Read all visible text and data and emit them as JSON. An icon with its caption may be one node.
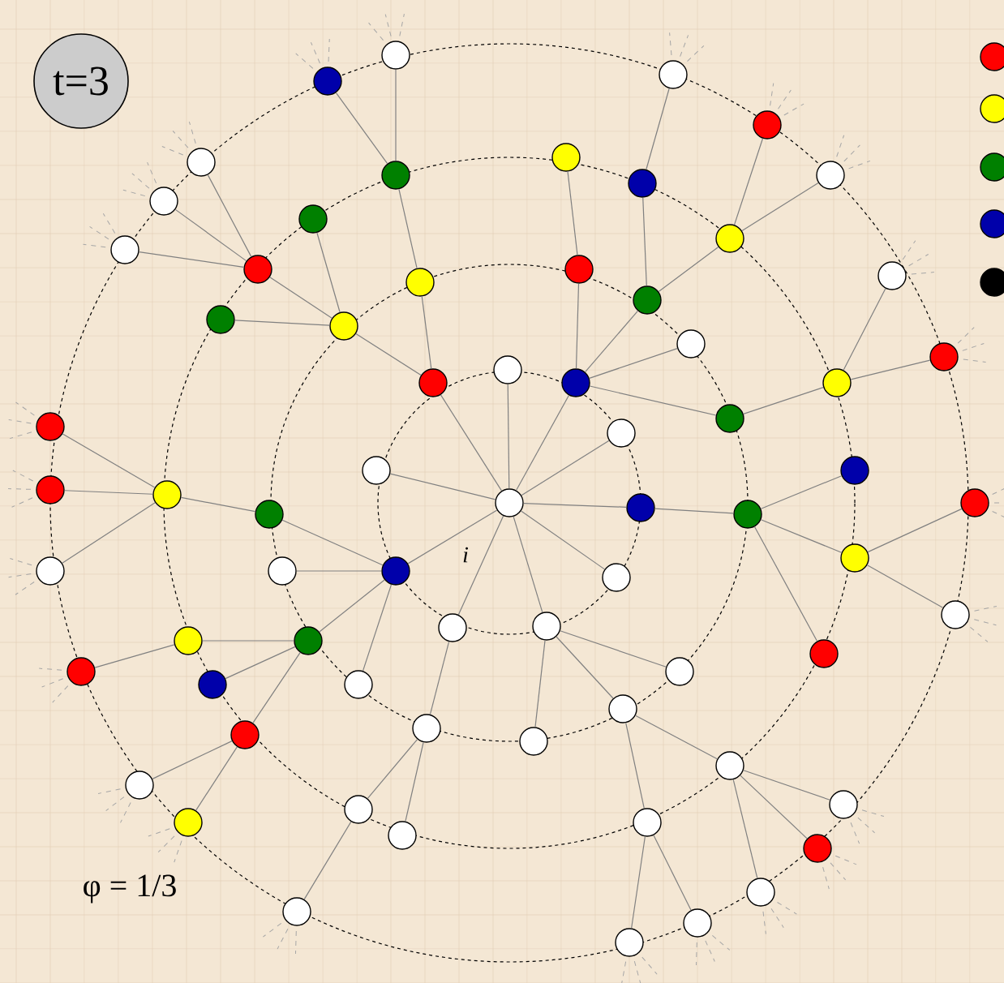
{
  "diagram": {
    "nodes": [
      {
        "text": [
          "t=3"
        ]
      },
      {
        "text": [],
        "shape": "circle"
      },
      {
        "text": [],
        "shape": "circle"
      },
      {
        "text": [],
        "shape": "circle"
      },
      {
        "text": [],
        "shape": "circle"
      },
      {
        "text": [],
        "shape": "circle"
      },
      {
        "text": [],
        "shape": "circle"
      },
      {
        "text": [],
        "shape": "circle"
      },
      {
        "text": [],
        "shape": "circle"
      },
      {
        "text": [],
        "shape": "circle"
      },
      {
        "text": [],
        "shape": "circle"
      },
      {
        "text": [],
        "shape": "circle"
      },
      {
        "text": [],
        "shape": "circle"
      },
      {
        "text": [],
        "shape": "circle"
      },
      {
        "text": [],
        "shape": "circle"
      },
      {
        "text": [],
        "shape": "circle"
      },
      {
        "text": [],
        "shape": "circle"
      },
      {
        "text": [],
        "shape": "circle"
      },
      {
        "text": [],
        "shape": "circle"
      },
      {
        "text": [],
        "shape": "circle"
      },
      {
        "text": [],
        "shape": "circle"
      },
      {
        "text": [],
        "shape": "circle"
      },
      {
        "text": [],
        "shape": "circle"
      },
      {
        "text": [],
        "shape": "circle"
      },
      {
        "text": [],
        "shape": "circle"
      },
      {
        "text": [],
        "shape": "circle"
      },
      {
        "text": [],
        "shape": "circle"
      },
      {
        "text": [],
        "shape": "circle"
      },
      {
        "text": [],
        "shape": "circle"
      },
      {
        "text": [],
        "shape": "circle"
      },
      {
        "text": [],
        "shape": "circle"
      },
      {
        "text": [],
        "shape": "circle"
      },
      {
        "text": [],
        "shape": "circle"
      },
      {
        "text": [],
        "shape": "circle"
      },
      {
        "text": [],
        "shape": "circle"
      },
      {
        "text": [],
        "shape": "circle"
      },
      {
        "text": [],
        "shape": "circle"
      },
      {
        "text": [],
        "shape": "circle"
      },
      {
        "text": [],
        "shape": "circle"
      },
      {
        "text": [],
        "shape": "circle"
      },
      {
        "text": [],
        "shape": "circle"
      },
      {
        "text": [],
        "shape": "circle"
      },
      {
        "text": [],
        "shape": "circle"
      },
      {
        "text": [],
        "shape": "circle"
      },
      {
        "text": [],
        "shape": "circle"
      },
      {
        "text": [],
        "shape": "circle"
      },
      {
        "text": [],
        "shape": "circle"
      },
      {
        "text": [],
        "shape": "circle"
      },
      {
        "text": [],
        "shape": "circle"
      },
      {
        "text": [],
        "shape": "circle"
      },
      {
        "text": [],
        "shape": "circle"
      },
      {
        "text": [],
        "shape": "circle"
      },
      {
        "text": [],
        "shape": "circle"
      },
      {
        "text": [],
        "shape": "circle"
      },
      {
        "text": [],
        "shape": "circle"
      },
      {
        "text": [],
        "shape": "circle"
      },
      {
        "text": [],
        "shape": "circle"
      },
      {
        "text": [],
        "shape": "circle"
      },
      {
        "text": [],
        "shape": "circle"
      },
      {
        "text": [],
        "shape": "circle"
      },
      {
        "text": [],
        "shape": "circle"
      },
      {
        "text": [],
        "shape": "circle"
      },
      {
        "text": [],
        "shape": "circle"
      },
      {
        "text": [],
        "shape": "circle"
      },
      {
        "text": [],
        "shape": "circle"
      },
      {
        "text": [],
        "shape": "circle"
      },
      {
        "text": [],
        "shape": "circle"
      },
      {
        "text": [],
        "shape": "circle"
      },
      {
        "text": [],
        "shape": "circle"
      },
      {
        "text": [],
        "shape": "circle"
      },
      {
        "text": [],
        "shape": "circle"
      },
      {
        "text": [],
        "shape": "circle"
      },
      {
        "text": [],
        "shape": "circle"
      },
      {
        "text": [],
        "shape": "circle"
      },
      {
        "text": [],
        "shape": "circle"
      }
    ],
    "edges": [
      {
        "from": 1,
        "to": 2,
        "arrow": "none"
      },
      {
        "from": 1,
        "to": 3,
        "arrow": "none"
      },
      {
        "from": 1,
        "to": 4,
        "arrow": "none"
      },
      {
        "from": 1,
        "to": 5,
        "arrow": "none"
      },
      {
        "from": 1,
        "to": 6,
        "arrow": "none"
      },
      {
        "from": 1,
        "to": 7,
        "arrow": "none"
      },
      {
        "from": 1,
        "to": 8,
        "arrow": "none"
      },
      {
        "from": 1,
        "to": 9,
        "arrow": "none"
      },
      {
        "from": 1,
        "to": 10,
        "arrow": "none"
      },
      {
        "from": 1,
        "to": 11,
        "arrow": "none"
      },
      {
        "from": 2,
        "to": 12,
        "arrow": "none"
      },
      {
        "from": 2,
        "to": 13,
        "arrow": "none"
      },
      {
        "from": 4,
        "to": 14,
        "arrow": "none"
      },
      {
        "from": 4,
        "to": 15,
        "arrow": "none"
      },
      {
        "from": 4,
        "to": 16,
        "arrow": "none"
      },
      {
        "from": 4,
        "to": 17,
        "arrow": "none"
      },
      {
        "from": 6,
        "to": 18,
        "arrow": "none"
      },
      {
        "from": 8,
        "to": 19,
        "arrow": "none"
      },
      {
        "from": 8,
        "to": 20,
        "arrow": "none"
      },
      {
        "from": 8,
        "to": 21,
        "arrow": "none"
      },
      {
        "from": 9,
        "to": 22,
        "arrow": "none"
      },
      {
        "from": 10,
        "to": 23,
        "arrow": "none"
      },
      {
        "from": 10,
        "to": 24,
        "arrow": "none"
      },
      {
        "from": 10,
        "to": 25,
        "arrow": "none"
      },
      {
        "from": 10,
        "to": 26,
        "arrow": "none"
      },
      {
        "from": 12,
        "to": 27,
        "arrow": "none"
      },
      {
        "from": 13,
        "to": 28,
        "arrow": "none"
      },
      {
        "from": 13,
        "to": 29,
        "arrow": "none"
      },
      {
        "from": 13,
        "to": 30,
        "arrow": "none"
      },
      {
        "from": 14,
        "to": 31,
        "arrow": "none"
      },
      {
        "from": 15,
        "to": 32,
        "arrow": "none"
      },
      {
        "from": 15,
        "to": 33,
        "arrow": "none"
      },
      {
        "from": 17,
        "to": 34,
        "arrow": "none"
      },
      {
        "from": 18,
        "to": 35,
        "arrow": "none"
      },
      {
        "from": 18,
        "to": 36,
        "arrow": "none"
      },
      {
        "from": 18,
        "to": 37,
        "arrow": "none"
      },
      {
        "from": 20,
        "to": 38,
        "arrow": "none"
      },
      {
        "from": 20,
        "to": 39,
        "arrow": "none"
      },
      {
        "from": 22,
        "to": 40,
        "arrow": "none"
      },
      {
        "from": 22,
        "to": 41,
        "arrow": "none"
      },
      {
        "from": 24,
        "to": 42,
        "arrow": "none"
      },
      {
        "from": 24,
        "to": 43,
        "arrow": "none"
      },
      {
        "from": 24,
        "to": 44,
        "arrow": "none"
      },
      {
        "from": 26,
        "to": 45,
        "arrow": "none"
      },
      {
        "from": 27,
        "to": 46,
        "arrow": "none"
      },
      {
        "from": 27,
        "to": 47,
        "arrow": "none"
      },
      {
        "from": 29,
        "to": 48,
        "arrow": "none"
      },
      {
        "from": 29,
        "to": 49,
        "arrow": "none"
      },
      {
        "from": 29,
        "to": 50,
        "arrow": "none"
      },
      {
        "from": 32,
        "to": 51,
        "arrow": "none"
      },
      {
        "from": 33,
        "to": 52,
        "arrow": "none"
      },
      {
        "from": 33,
        "to": 53,
        "arrow": "none"
      },
      {
        "from": 34,
        "to": 54,
        "arrow": "none"
      },
      {
        "from": 34,
        "to": 55,
        "arrow": "none"
      },
      {
        "from": 36,
        "to": 56,
        "arrow": "none"
      },
      {
        "from": 36,
        "to": 57,
        "arrow": "none"
      },
      {
        "from": 38,
        "to": 58,
        "arrow": "none"
      },
      {
        "from": 38,
        "to": 59,
        "arrow": "none"
      },
      {
        "from": 38,
        "to": 60,
        "arrow": "none"
      },
      {
        "from": 39,
        "to": 61,
        "arrow": "none"
      },
      {
        "from": 39,
        "to": 62,
        "arrow": "none"
      },
      {
        "from": 41,
        "to": 63,
        "arrow": "none"
      },
      {
        "from": 42,
        "to": 64,
        "arrow": "none"
      },
      {
        "from": 42,
        "to": 65,
        "arrow": "none"
      },
      {
        "from": 44,
        "to": 66,
        "arrow": "none"
      },
      {
        "from": 45,
        "to": 67,
        "arrow": "none"
      },
      {
        "from": 45,
        "to": 68,
        "arrow": "none"
      },
      {
        "from": 45,
        "to": 69,
        "arrow": "none"
      }
    ],
    "labels": [
      "i",
      "φ = 1/3"
    ]
  }
}
